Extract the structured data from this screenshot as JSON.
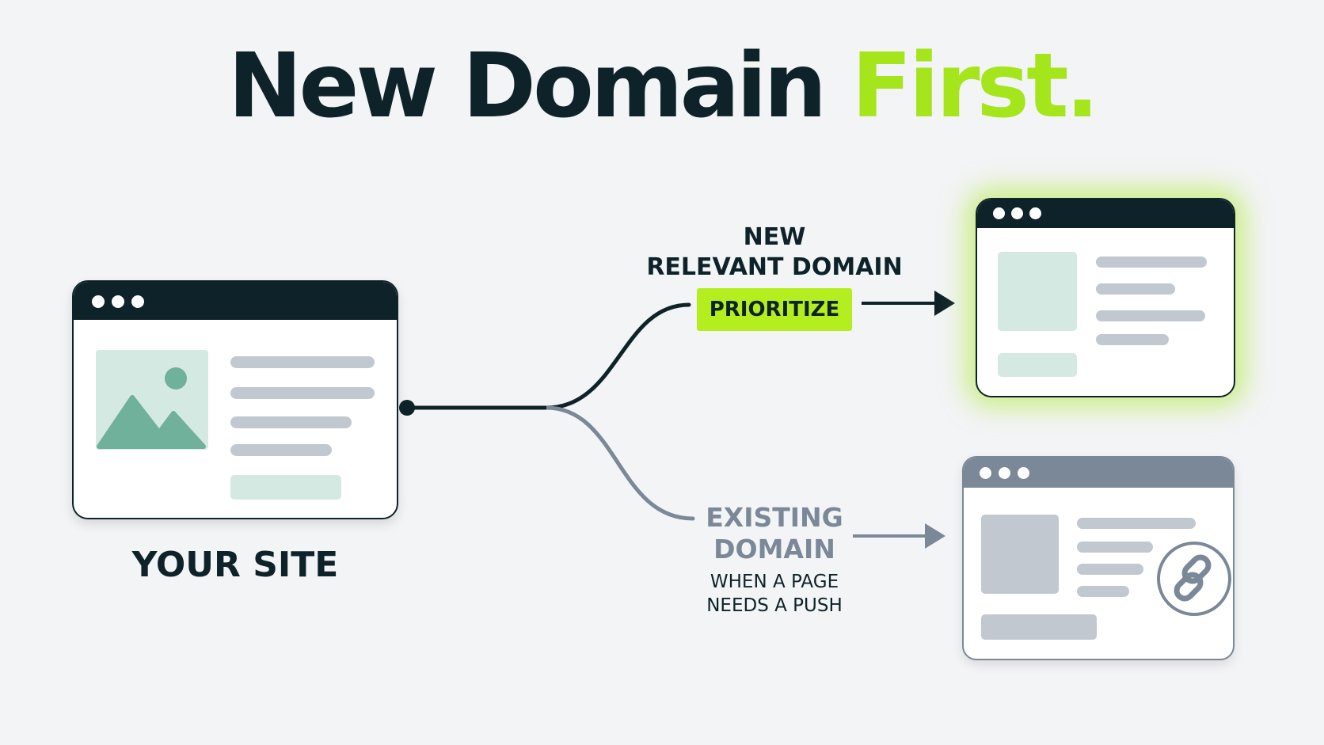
{
  "title": {
    "main": "New Domain",
    "accent": "First."
  },
  "your_site": {
    "label": "YOUR SITE"
  },
  "new_domain": {
    "label_line1": "NEW",
    "label_line2": "RELEVANT DOMAIN",
    "badge": "PRIORITIZE"
  },
  "existing_domain": {
    "label_line1": "EXISTING",
    "label_line2": "DOMAIN",
    "note_line1": "WHEN A PAGE",
    "note_line2": "NEEDS A PUSH"
  },
  "colors": {
    "dark": "#0e2329",
    "accent_green": "#a4e51b",
    "badge_green": "#b5ee1e",
    "gray": "#7a8898",
    "mint": "#d4e9e1",
    "placeholder_gray": "#c2c8d0",
    "background": "#f3f4f6"
  },
  "icons": {
    "image_placeholder": "mountain-image-icon",
    "link_badge": "chain-link-icon",
    "arrow": "arrow-right-icon"
  }
}
